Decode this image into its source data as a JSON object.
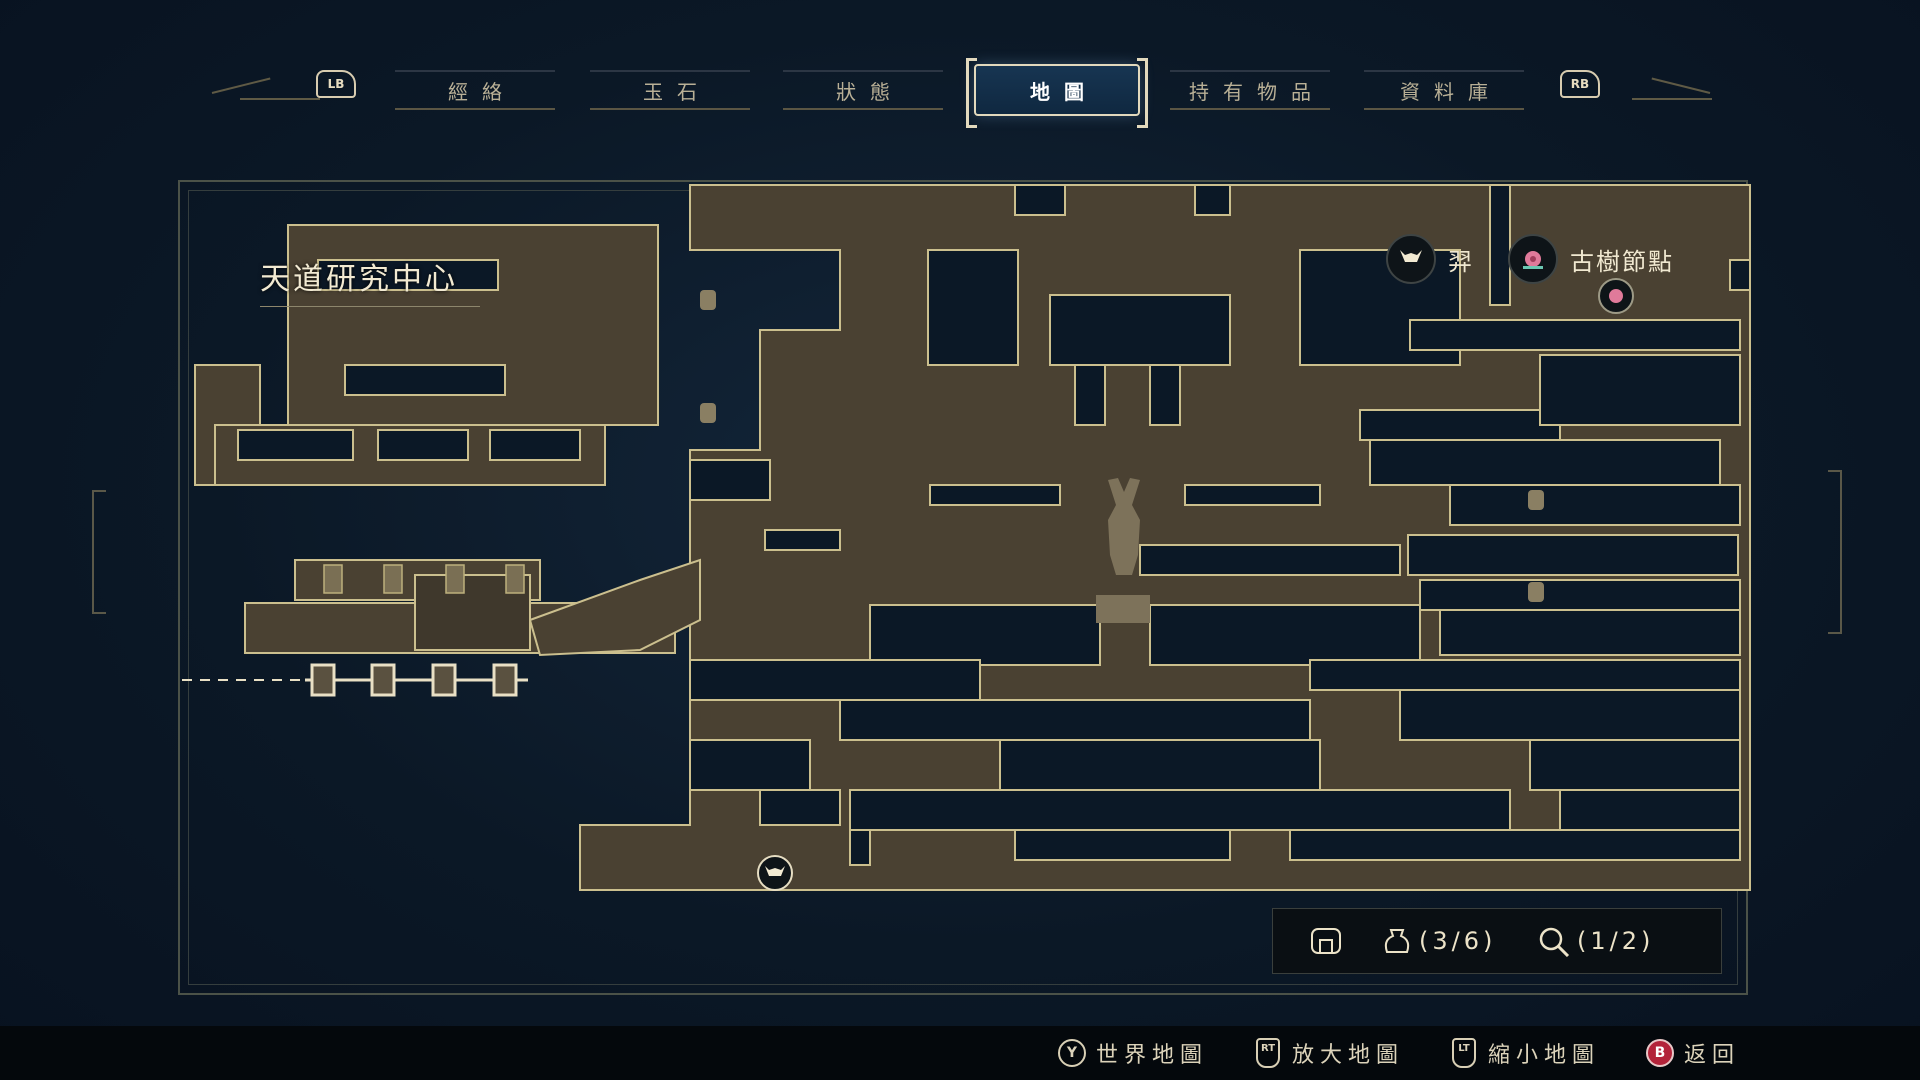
{
  "tabs": {
    "left_shoulder": "LB",
    "right_shoulder": "RB",
    "items": [
      {
        "label": "經絡",
        "active": false
      },
      {
        "label": "玉石",
        "active": false
      },
      {
        "label": "狀態",
        "active": false
      },
      {
        "label": "地圖",
        "active": true
      },
      {
        "label": "持有物品",
        "active": false
      },
      {
        "label": "資料庫",
        "active": false
      }
    ]
  },
  "map": {
    "area_name": "天道研究中心",
    "legend": [
      {
        "label": "羿",
        "icon": "cat-face-icon"
      },
      {
        "label": "古樹節點",
        "icon": "lotus-node-icon"
      }
    ],
    "colors": {
      "room_fill": "#4a4132",
      "room_stroke": "#cbbf8e",
      "background": "#0b1826",
      "accent_pink": "#e07a9a"
    }
  },
  "info": {
    "chest_count": "(3/6)",
    "search_count": "(1/2)"
  },
  "footer": {
    "world_map": {
      "button": "Y",
      "label": "世界地圖"
    },
    "zoom_in": {
      "button": "RT",
      "label": "放大地圖"
    },
    "zoom_out": {
      "button": "LT",
      "label": "縮小地圖"
    },
    "back": {
      "button": "B",
      "label": "返回"
    }
  }
}
